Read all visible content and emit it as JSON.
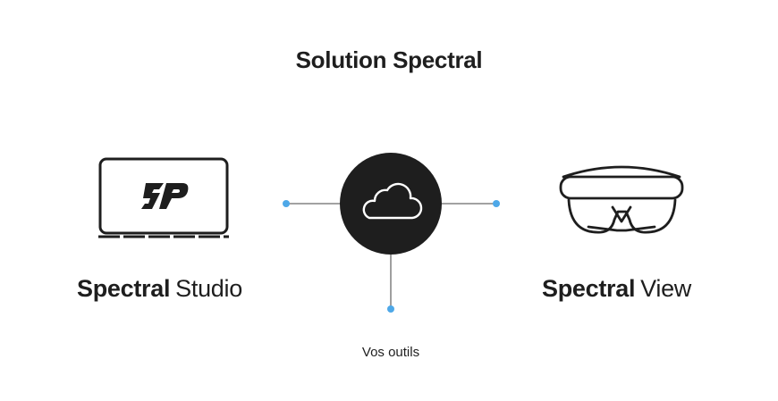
{
  "title": "Solution Spectral",
  "left_product": {
    "brand": "Spectral",
    "name": "Studio",
    "logo_text": "SP"
  },
  "right_product": {
    "brand": "Spectral",
    "name": "View"
  },
  "caption": "Vos outils",
  "icons": {
    "left": "laptop-icon",
    "center": "cloud-icon",
    "right": "headset-icon"
  },
  "colors": {
    "text": "#1e1e1e",
    "hub": "#1e1e1e",
    "connector_dot": "#4ea8e8"
  }
}
